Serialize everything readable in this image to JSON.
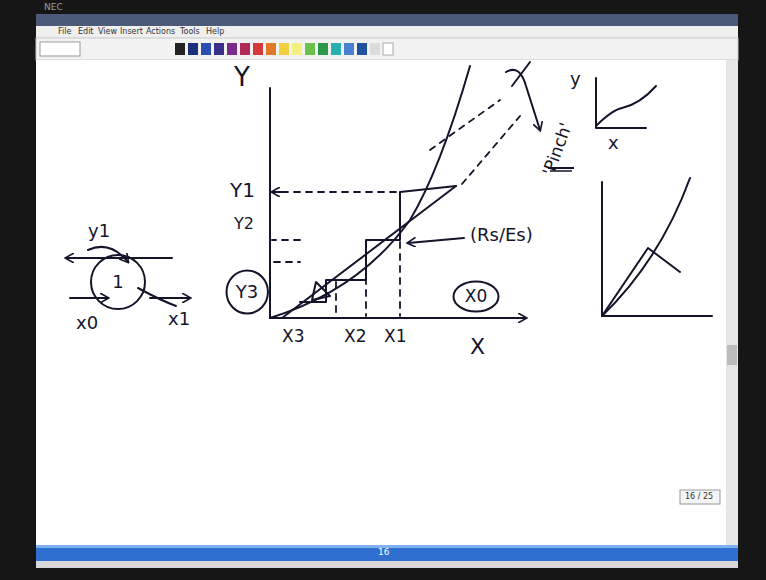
{
  "diagram": {
    "nodes": [
      {
        "text": [
          "1"
        ]
      },
      {
        "text": [
          "Y3"
        ]
      },
      {
        "text": [
          "X0"
        ]
      }
    ],
    "labels": [
      "NEC",
      "File",
      "Edit",
      "View",
      "Insert",
      "Actions",
      "Tools",
      "Help",
      "Y",
      "y1",
      "Y1",
      "Y2",
      "'Pinch'",
      "y",
      "x",
      "(Rs/Es)",
      "x0",
      "x1",
      "X3",
      "X2",
      "X1",
      "X",
      "16 / 25",
      "16"
    ]
  }
}
